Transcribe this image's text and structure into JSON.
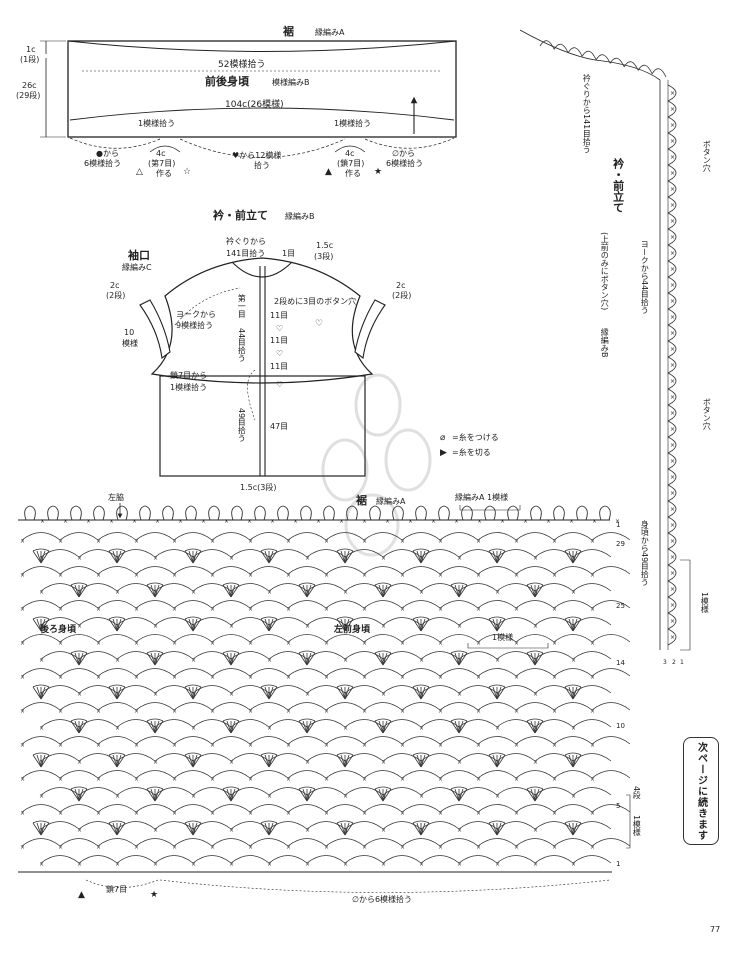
{
  "hem": {
    "title": "裾",
    "pattern": "縁編みA",
    "pick_count": "52模様拾う"
  },
  "body": {
    "title": "前後身頃",
    "pattern": "模様編みB",
    "width": "104c(26模様)",
    "height_outer": "26c",
    "height_outer_rows": "(29段)",
    "hem_height": "1c",
    "hem_rows": "(1段)",
    "pick_left": "1模様拾う",
    "pick_right": "1模様拾う",
    "ann_left_1": "●から",
    "ann_left_2": "6模様拾う",
    "ann_left_mid_1": "4c",
    "ann_left_mid_2": "(第7目)",
    "ann_left_mid_3": "作る",
    "ann_center_1": "♥から12模様",
    "ann_center_2": "拾う",
    "ann_right_mid_1": "4c",
    "ann_right_mid_2": "(鎖7目)",
    "ann_right_mid_3": "作る",
    "ann_right_1": "∅から",
    "ann_right_2": "6模様拾う",
    "sym_triangle": "△",
    "sym_star": "☆",
    "sym_triangle_filled": "▲",
    "sym_star_filled": "★"
  },
  "collar": {
    "title": "衿・前立て",
    "pattern": "縁編みB",
    "neck_pick_1": "衿ぐりから",
    "neck_pick_2": "141目拾う",
    "first_st": "1目",
    "collar_h": "1.5c",
    "collar_h_rows": "(3段)",
    "buttonhole_note": "2段めに3目のボタン穴",
    "spacing": "11目",
    "first_label": "第一目",
    "yoke_44": "44目拾う",
    "body_49": "49目拾う",
    "bottom_h": "1.5c(3段)",
    "len_47": "47目"
  },
  "sleeve": {
    "title": "袖口",
    "pattern": "縁編みC",
    "h_left": "2c",
    "h_left_rows": "(2段)",
    "h_right": "2c",
    "h_right_rows": "(2段)",
    "pick_1": "ヨークから",
    "pick_2": "9模様拾う",
    "count_1": "10",
    "count_2": "模様",
    "chain_1": "鎖7目から",
    "chain_2": "1模様拾う"
  },
  "legend": {
    "attach": "=糸をつける",
    "cut": "=糸を切る"
  },
  "right_panel": {
    "neck_pick": "衿ぐりから141目拾う",
    "title": "衿・前立て",
    "note": "(上前のみにボタン穴)",
    "pattern": "縁編みB",
    "buttonhole_1": "ボタン穴",
    "buttonhole_2": "ボタン穴",
    "yoke_pick": "ヨークから44目拾う",
    "body_pick": "身頃から49目拾う",
    "one_repeat": "1模様",
    "row_nums": [
      "3",
      "2",
      "1"
    ]
  },
  "chart": {
    "hem_title": "裾",
    "hem_pattern": "縁編みA",
    "side_label": "左脇",
    "edge_label": "縁編みA 1模様",
    "back_label": "後ろ身頃",
    "front_label": "左前身頃",
    "one_repeat": "1模様",
    "rows_repeat_1": "4段",
    "rows_repeat_2": "1模様",
    "chain_label": "鎖7目",
    "bottom_label": "∅から6模様拾う",
    "row_numbers": [
      "1",
      "29",
      "25",
      "14",
      "10",
      "5",
      "1"
    ]
  },
  "continue_note": "次ページに続きます",
  "page_number": "77"
}
